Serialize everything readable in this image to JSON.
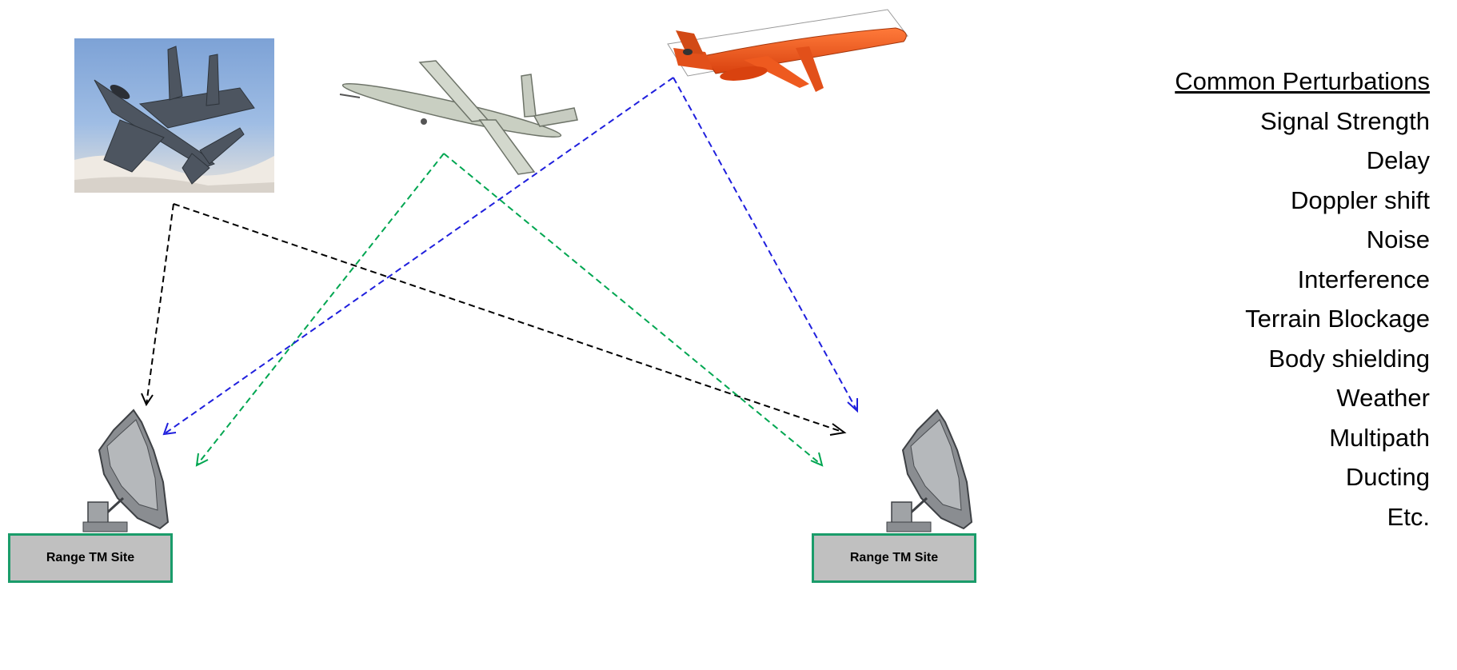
{
  "sites": [
    {
      "label": "Range TM Site"
    },
    {
      "label": "Range TM Site"
    }
  ],
  "aircraft": [
    {
      "icon": "fighter-jet-icon"
    },
    {
      "icon": "uav-drone-icon"
    },
    {
      "icon": "target-drone-icon"
    }
  ],
  "links": [
    {
      "from": "fighter-jet",
      "to": "left-site",
      "color": "#000000"
    },
    {
      "from": "fighter-jet",
      "to": "right-site",
      "color": "#000000"
    },
    {
      "from": "uav-drone",
      "to": "left-site",
      "color": "#00a651"
    },
    {
      "from": "uav-drone",
      "to": "right-site",
      "color": "#00a651"
    },
    {
      "from": "target-drone",
      "to": "left-site",
      "color": "#1f1fdd"
    },
    {
      "from": "target-drone",
      "to": "right-site",
      "color": "#1f1fdd"
    }
  ],
  "perturbations": {
    "heading": "Common Perturbations",
    "items": [
      "Signal Strength",
      "Delay",
      "Doppler shift",
      "Noise",
      "Interference",
      "Terrain Blockage",
      "Body shielding",
      "Weather",
      "Multipath",
      "Ducting",
      "Etc."
    ]
  }
}
